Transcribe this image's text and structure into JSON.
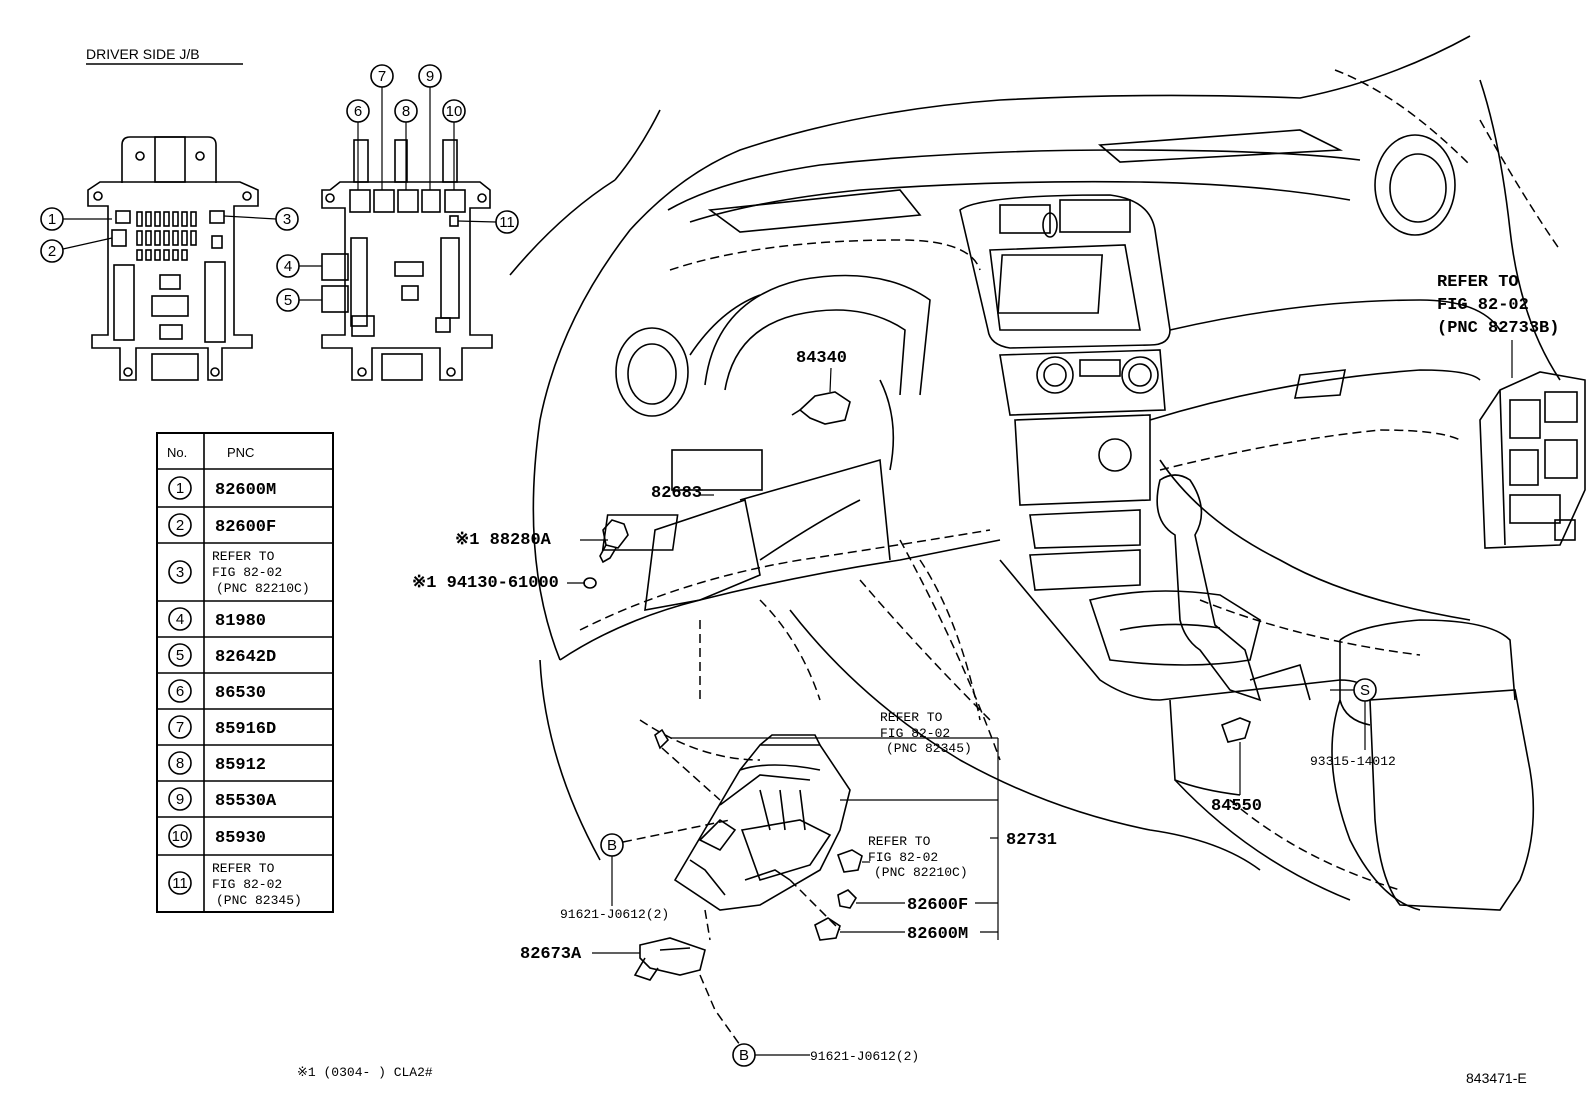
{
  "header": {
    "title": "DRIVER SIDE J/B"
  },
  "jb_callouts": [
    "1",
    "2",
    "3",
    "4",
    "5",
    "6",
    "7",
    "8",
    "9",
    "10",
    "11"
  ],
  "table": {
    "col_no": "No.",
    "col_pnc": "PNC",
    "rows": [
      {
        "no": "1",
        "pnc": "82600M"
      },
      {
        "no": "2",
        "pnc": "82600F"
      },
      {
        "no": "3",
        "pnc": [
          "REFER TO",
          "FIG 82-02",
          "(PNC 82210C)"
        ]
      },
      {
        "no": "4",
        "pnc": "81980"
      },
      {
        "no": "5",
        "pnc": "82642D"
      },
      {
        "no": "6",
        "pnc": "86530"
      },
      {
        "no": "7",
        "pnc": "85916D"
      },
      {
        "no": "8",
        "pnc": "85912"
      },
      {
        "no": "9",
        "pnc": "85530A"
      },
      {
        "no": "10",
        "pnc": "85930"
      },
      {
        "no": "11",
        "pnc": [
          "REFER TO",
          "FIG 82-02",
          "(PNC 82345)"
        ]
      }
    ]
  },
  "labels": {
    "p84340": "84340",
    "p82683": "82683",
    "p88280a": "※1 88280A",
    "p94130": "※1 94130-61000",
    "refer_82733b": [
      "REFER TO",
      "FIG 82-02",
      "(PNC 82733B)"
    ],
    "refer_82345": [
      "REFER TO",
      "FIG 82-02",
      "(PNC 82345)"
    ],
    "refer_82210c": [
      "REFER TO",
      "FIG 82-02",
      "(PNC 82210C)"
    ],
    "p82731": "82731",
    "p82600f": "82600F",
    "p82600m": "82600M",
    "p82673a": "82673A",
    "p91621_a": "91621-J0612(2)",
    "p91621_b": "91621-J0612(2)",
    "p84550": "84550",
    "p93315": "93315-14012",
    "callout_b": "B",
    "callout_s": "S"
  },
  "footnote": "※1 (0304-     ) CLA2#",
  "drawing_code": "843471-E"
}
